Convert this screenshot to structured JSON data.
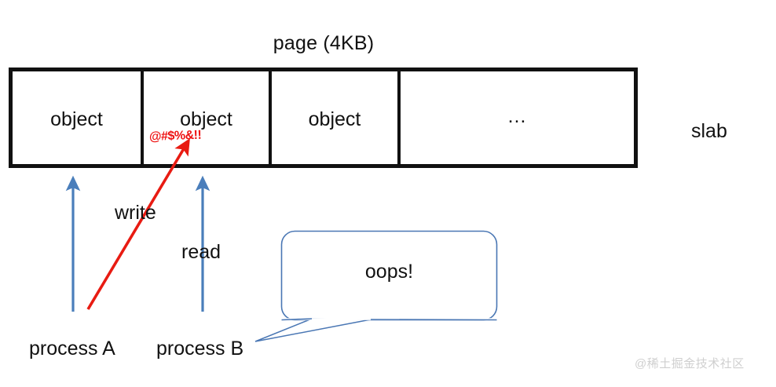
{
  "diagram": {
    "title": "page (4KB)",
    "slab_label": "slab",
    "cells": [
      {
        "label": "object"
      },
      {
        "label": "object"
      },
      {
        "label": "object"
      },
      {
        "label": "…"
      }
    ],
    "corrupted_text": "@#$%&!!",
    "arrows": [
      {
        "name": "write",
        "label": "write",
        "color": "#e81b12",
        "from_process": "process A"
      },
      {
        "name": "read",
        "label": "read",
        "color": "#4a7ebb",
        "from_process": "process B"
      }
    ],
    "processes": [
      {
        "label": "process A"
      },
      {
        "label": "process B"
      }
    ],
    "callout": {
      "text": "oops!",
      "border_color": "#4a77b4"
    },
    "colors": {
      "box_border": "#111111",
      "arrow_blue": "#4a7ebb",
      "arrow_red": "#e81b12",
      "callout_border": "#4a77b4",
      "text": "#111111",
      "watermark": "#cfcfcf"
    }
  },
  "watermark": {
    "text": "@稀土掘金技术社区"
  }
}
